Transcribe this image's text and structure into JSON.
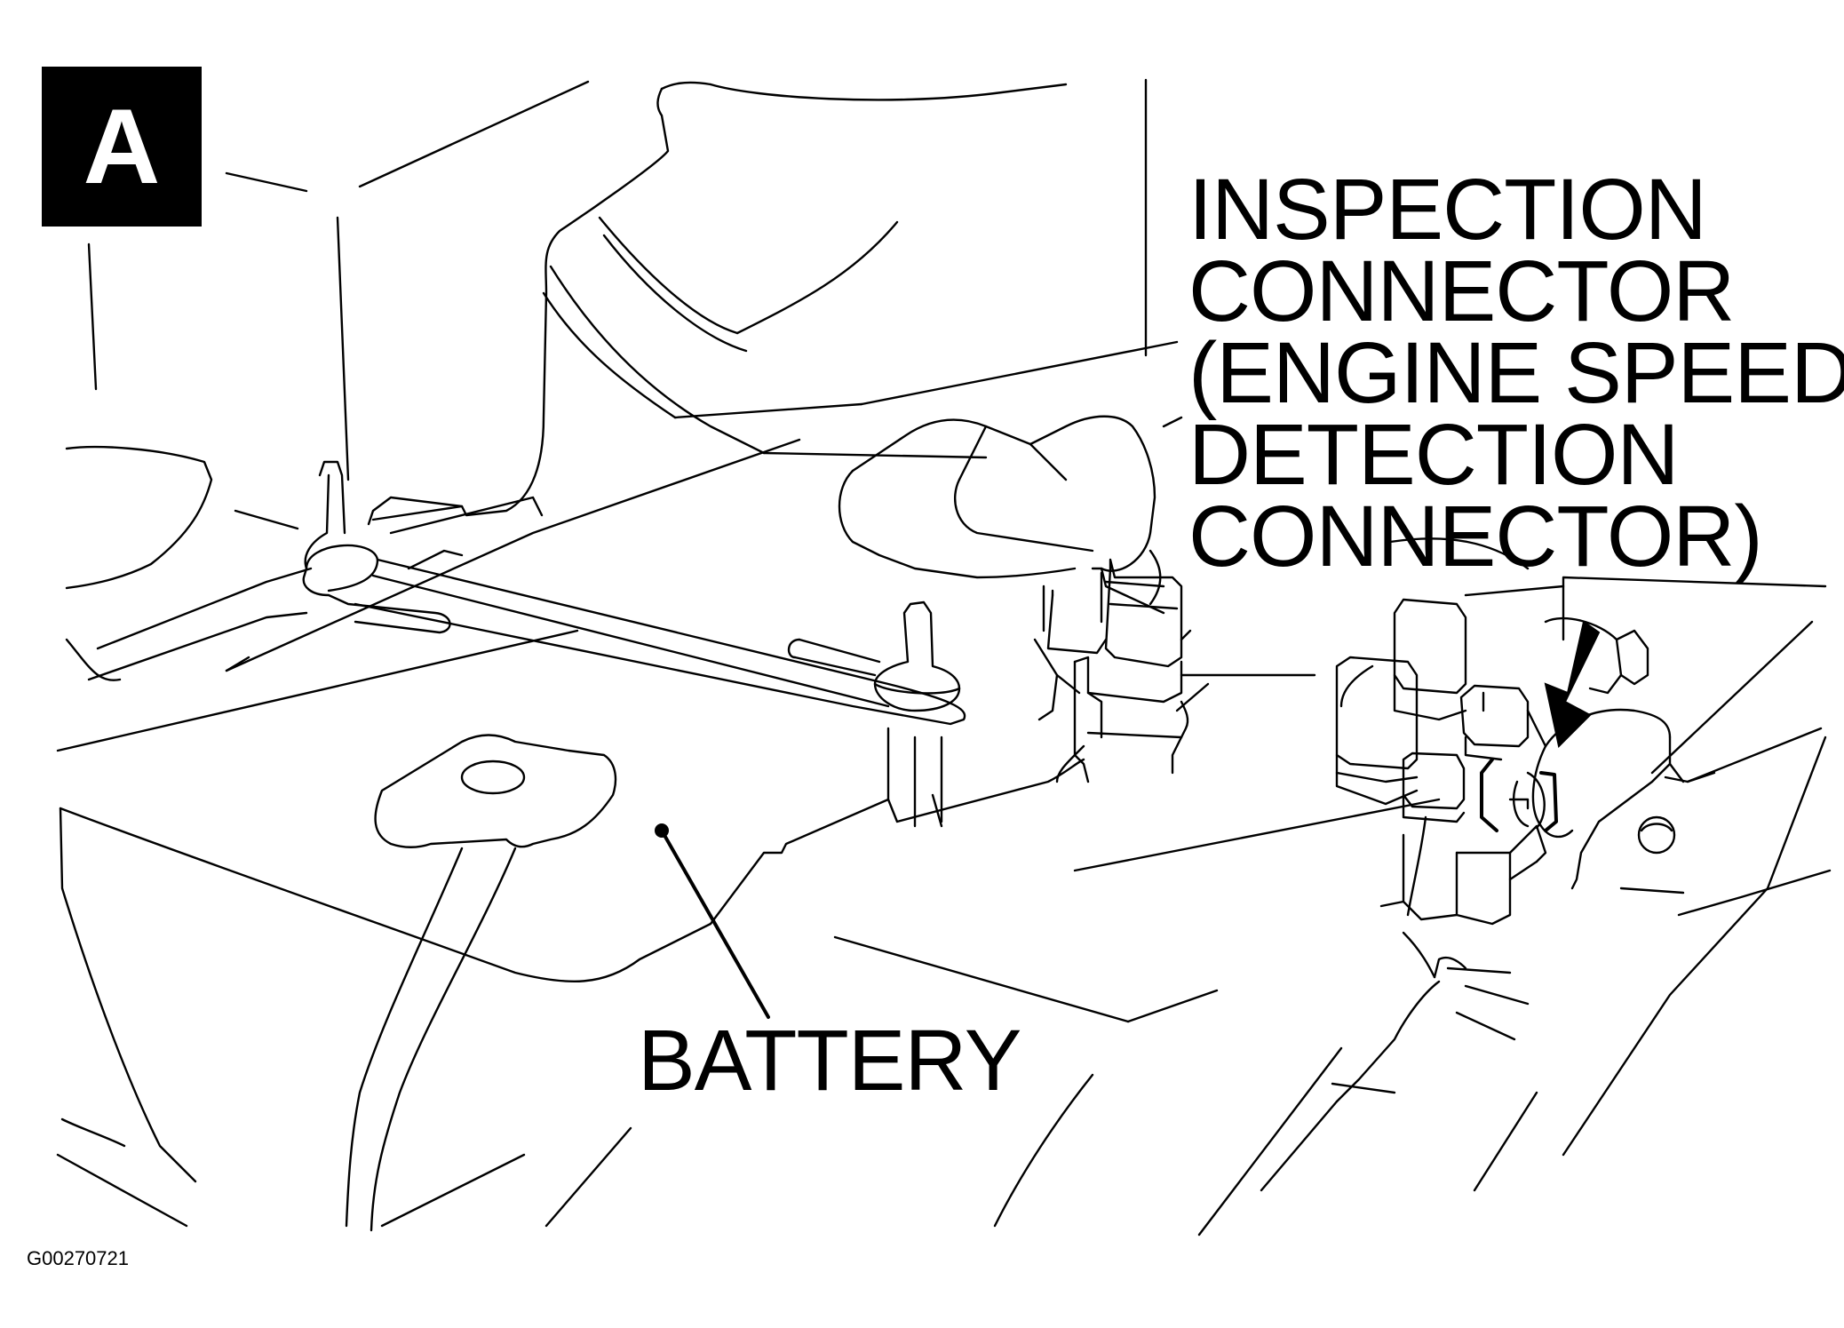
{
  "view_label": "A",
  "labels": {
    "inspection_connector": [
      "INSPECTION",
      "CONNECTOR",
      "(ENGINE SPEED",
      "DETECTION",
      "CONNECTOR)"
    ],
    "battery": "BATTERY"
  },
  "figure_id": "G00270721"
}
